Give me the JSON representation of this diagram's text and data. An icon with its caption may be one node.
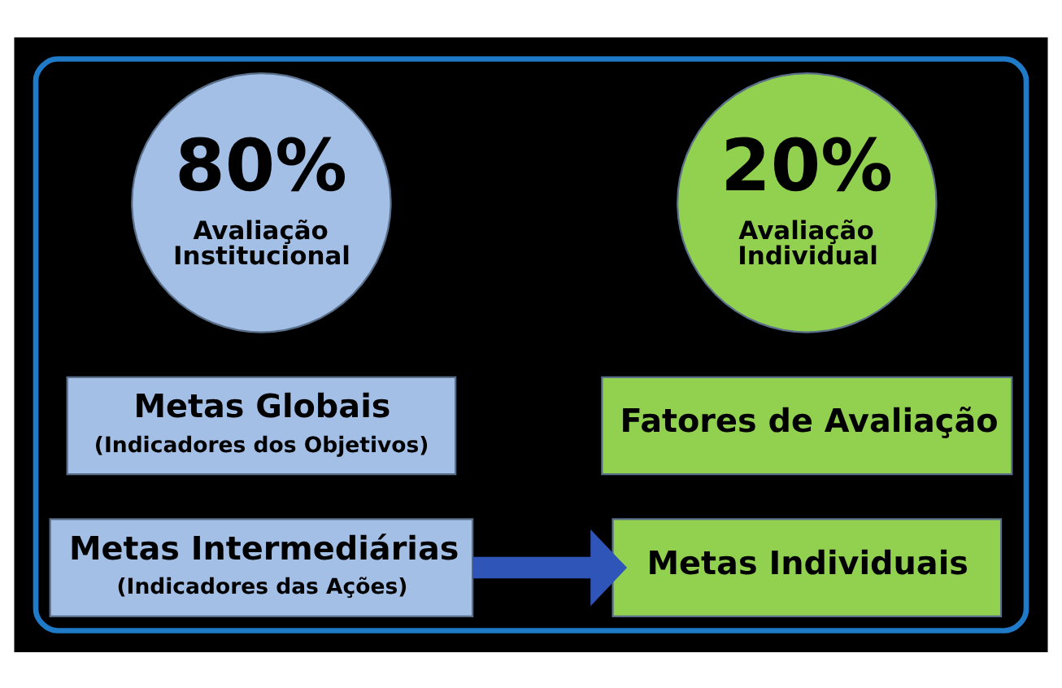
{
  "diagram": {
    "nodes": [
      {
        "text": [],
        "shape": "box"
      },
      {
        "text": [
          "80%",
          "Avaliação Institucional"
        ],
        "in": 0
      },
      {
        "text": [
          "20%",
          "Avaliação Individual"
        ],
        "in": 0
      },
      {
        "text": [
          "Metas Globais",
          "(Indicadores dos Objetivos)"
        ],
        "in": 0
      },
      {
        "text": [
          "Fatores de Avaliação"
        ],
        "in": 0
      },
      {
        "text": [
          "Metas Intermediárias",
          "(Indicadores das Ações)"
        ],
        "in": 0
      },
      {
        "text": [
          "Metas Individuais"
        ],
        "in": 0
      }
    ],
    "edges": [
      {
        "from": 5,
        "to": 6,
        "arrow": "to",
        "color": "#2f55b8"
      }
    ]
  }
}
